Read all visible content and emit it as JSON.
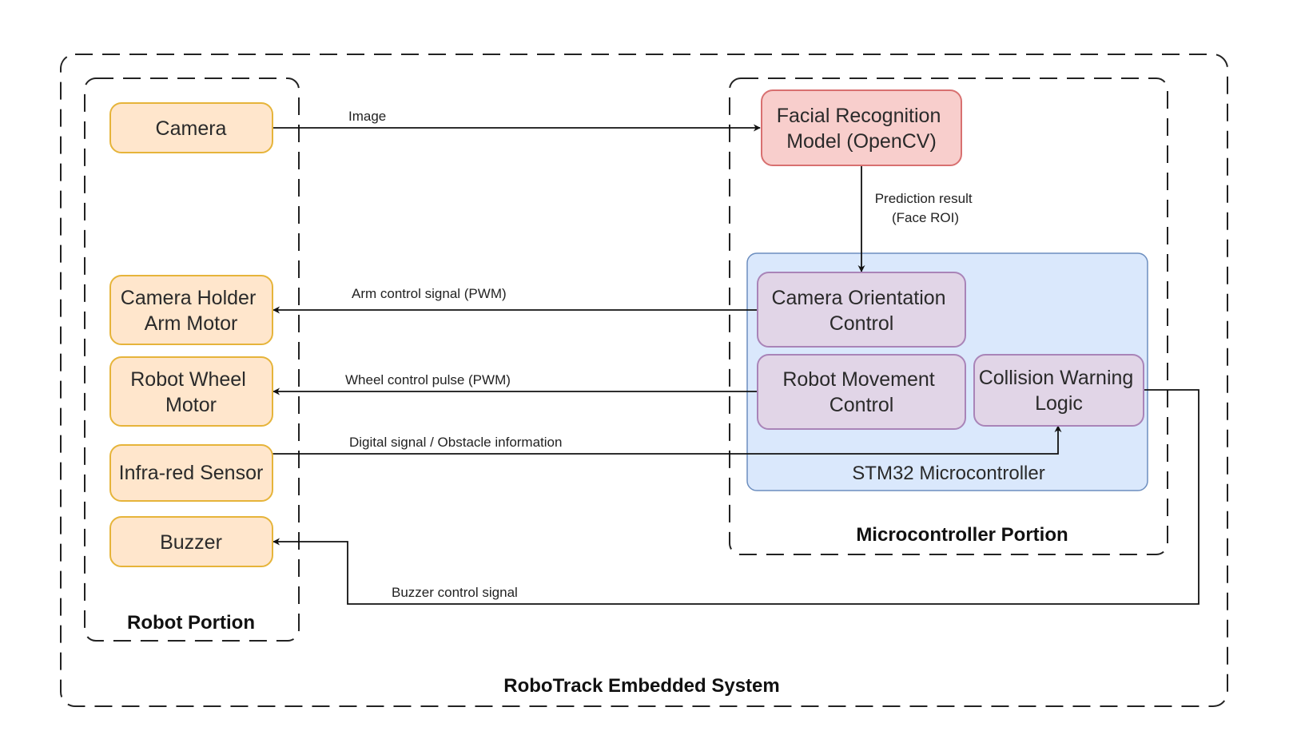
{
  "system": {
    "label": "RoboTrack Embedded System"
  },
  "robot_portion": {
    "label": "Robot Portion"
  },
  "micro_portion": {
    "label": "Microcontroller Portion"
  },
  "stm32": {
    "label": "STM32 Microcontroller"
  },
  "nodes": {
    "camera": {
      "lines": [
        "Camera"
      ]
    },
    "arm_motor": {
      "lines": [
        "Camera Holder",
        "Arm Motor"
      ]
    },
    "wheel_motor": {
      "lines": [
        "Robot Wheel",
        "Motor"
      ]
    },
    "ir_sensor": {
      "lines": [
        "Infra-red Sensor"
      ]
    },
    "buzzer": {
      "lines": [
        "Buzzer"
      ]
    },
    "facial_model": {
      "lines": [
        "Facial Recognition",
        "Model (OpenCV)"
      ]
    },
    "camera_orientation": {
      "lines": [
        "Camera Orientation",
        "Control"
      ]
    },
    "robot_movement": {
      "lines": [
        "Robot Movement",
        "Control"
      ]
    },
    "collision_warning": {
      "lines": [
        "Collision Warning",
        "Logic"
      ]
    }
  },
  "edges": {
    "image": {
      "lines": [
        "Image"
      ]
    },
    "prediction": {
      "lines": [
        "Prediction result",
        "(Face ROI)"
      ]
    },
    "arm_signal": {
      "lines": [
        "Arm control signal (PWM)"
      ]
    },
    "wheel_pulse": {
      "lines": [
        "Wheel control pulse (PWM)"
      ]
    },
    "obstacle": {
      "lines": [
        "Digital signal / Obstacle information"
      ]
    },
    "buzzer_signal": {
      "lines": [
        "Buzzer control signal"
      ]
    }
  },
  "colors": {
    "peripheral_fill": "#ffe6cc",
    "peripheral_stroke": "#e6b43a",
    "model_fill": "#f8cecc",
    "model_stroke": "#d87070",
    "control_fill": "#e1d5e7",
    "control_stroke": "#a984b8",
    "mcu_fill": "#dae8fc",
    "mcu_stroke": "#6c8ebf"
  }
}
